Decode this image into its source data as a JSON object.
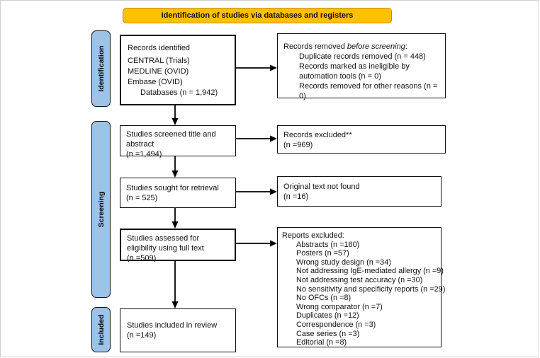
{
  "banner": {
    "label": "Identification of studies via databases and registers"
  },
  "sidebars": {
    "identification": "Identification",
    "screening": "Screening",
    "included": "Included"
  },
  "flow": {
    "records_identified": {
      "title": "Records identified",
      "sources": [
        "CENTRAL (Trials)",
        "MEDLINE (OVID)",
        "Embase (OVID)"
      ],
      "total": "Databases (n = 1,942)"
    },
    "records_removed": {
      "title_prefix": "Records removed ",
      "title_italic": "before screening",
      "title_suffix": ":",
      "items": [
        "Duplicate records removed (n = 448)",
        "Records marked as ineligible by automation tools (n = 0)",
        "Records removed for other reasons (n = 0)"
      ]
    },
    "screened": {
      "label": "Studies screened title and abstract",
      "count": "(n =1,494)"
    },
    "records_excluded": {
      "label": "Records excluded**",
      "count": "(n =969)"
    },
    "sought": {
      "label": "Studies sought for retrieval",
      "count": "(n = 525)"
    },
    "not_found": {
      "label": "Original text not found",
      "count": "(n =16)"
    },
    "assessed": {
      "label": "Studies assessed for eligibility using full text",
      "count": "(n =509)"
    },
    "reports_excluded": {
      "title": "Reports excluded:",
      "items": [
        "Abstracts (n =160)",
        "Posters (n =57)",
        "Wrong study design (n =34)",
        "Not addressing IgE-mediated allergy (n =9)",
        "Not addressing test accuracy (n =30)",
        "No sensitivity and specificity reports (n =29)",
        "No OFCs (n =8)",
        "Wrong comparator (n =7)",
        "Duplicates (n =12)",
        "Correspondence (n =3)",
        "Case series (n =3)",
        "Editorial (n =8)"
      ]
    },
    "included": {
      "label": "Studies included in review",
      "count": "(n =149)"
    }
  },
  "colors": {
    "banner": "#FFC000",
    "sidebar": "#9DC3E6"
  }
}
